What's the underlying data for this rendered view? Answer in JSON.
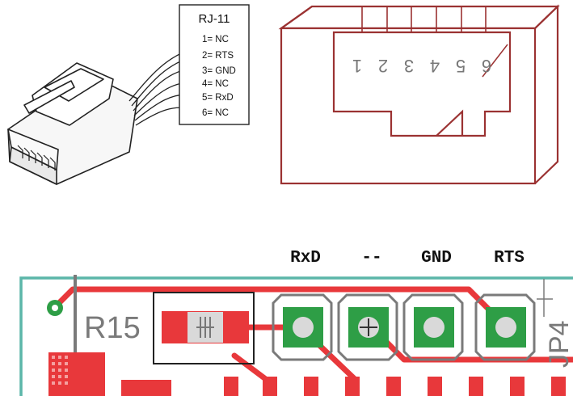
{
  "connector": {
    "title": "RJ-11",
    "pins": [
      {
        "label": "1= NC"
      },
      {
        "label": "2= RTS"
      },
      {
        "label": "3= GND"
      },
      {
        "label": "4= NC"
      },
      {
        "label": "5= RxD"
      },
      {
        "label": "6= NC"
      }
    ]
  },
  "socket": {
    "pin_numbers": [
      "1",
      "2",
      "3",
      "4",
      "5",
      "6"
    ],
    "outline_color": "#9b3232"
  },
  "pcb": {
    "header_labels": [
      "RxD",
      "--",
      "GND",
      "RTS"
    ],
    "resistor_label": "R15",
    "jumper_label": "JP4",
    "colors": {
      "trace": "#e8383b",
      "pad_fill": "#2e9e46",
      "board_edge": "#5bb6a9",
      "silk": "#808080"
    }
  }
}
